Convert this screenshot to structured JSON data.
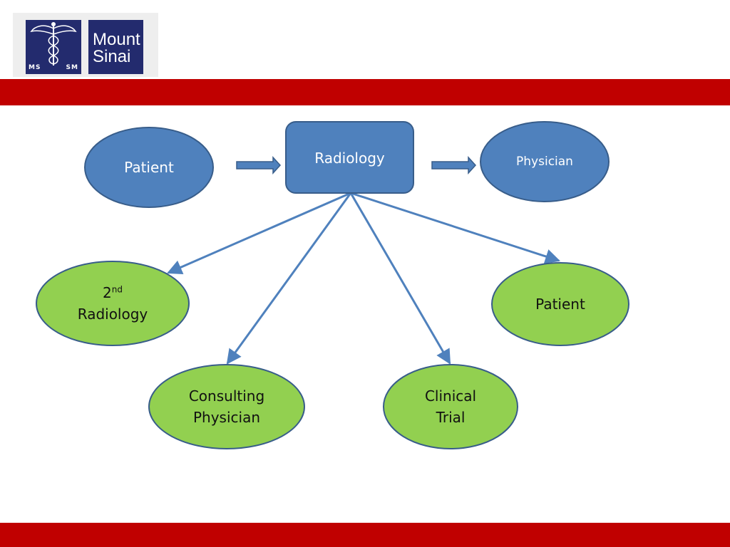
{
  "logo": {
    "brand_line1": "Mount",
    "brand_line2": "Sinai",
    "seal_left": "MS",
    "seal_right": "SM"
  },
  "colors": {
    "accent_band": "#c00000",
    "blue_node_fill": "#4f81bd",
    "green_node_fill": "#92d050",
    "node_border": "#385d8a",
    "logo_blue": "#232b6e"
  },
  "nodes": {
    "patient_source": {
      "label": "Patient"
    },
    "radiology": {
      "label": "Radiology"
    },
    "physician": {
      "label": "Physician"
    },
    "second_radiology": {
      "ordinal": "2",
      "ordinal_suffix": "nd",
      "label": "Radiology"
    },
    "consulting_physician": {
      "line1": "Consulting",
      "line2": "Physician"
    },
    "clinical_trial": {
      "line1": "Clinical",
      "line2": "Trial"
    },
    "patient_target": {
      "label": "Patient"
    }
  }
}
